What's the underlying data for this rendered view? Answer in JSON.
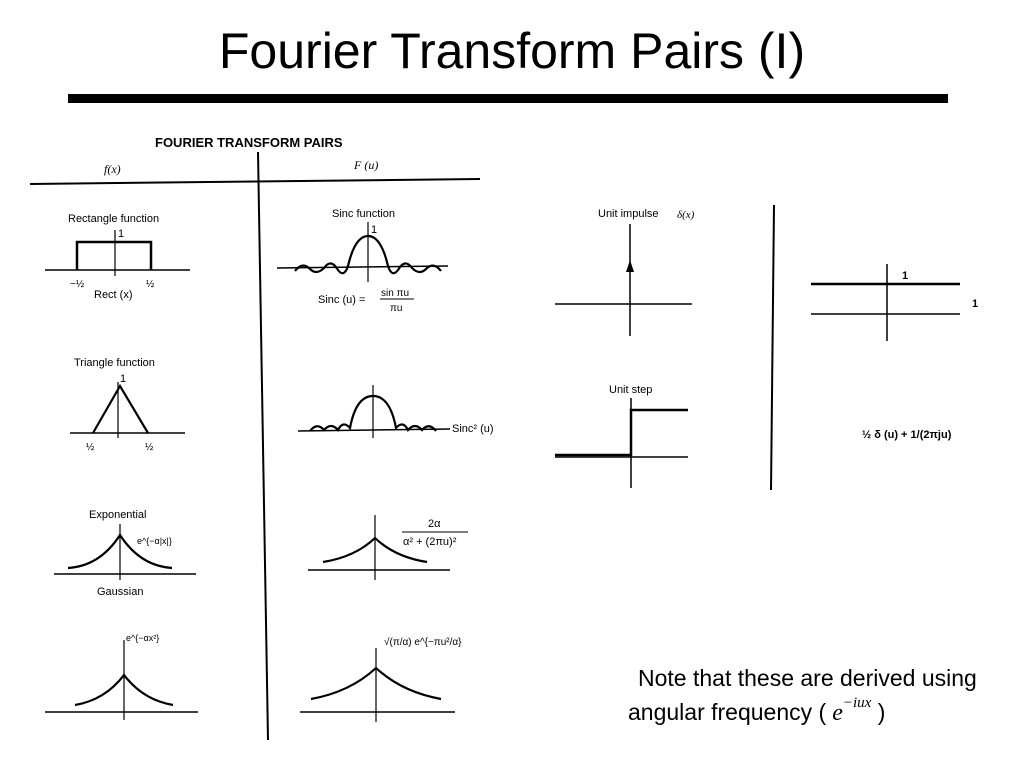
{
  "title": "Fourier Transform Pairs (I)",
  "table": {
    "heading": "FOURIER TRANSFORM PAIRS",
    "col_f": "f(x)",
    "col_F": "F (u)"
  },
  "left_column": {
    "rect": {
      "label": "Rectangle function",
      "one": "1",
      "neg_half": "−½",
      "pos_half": "½",
      "caption": "Rect (x)"
    },
    "sinc": {
      "label": "Sinc function",
      "one": "1",
      "formula_lhs": "Sinc (u) =",
      "formula_num": "sin πu",
      "formula_den": "πu"
    },
    "triangle": {
      "label": "Triangle function",
      "one": "1",
      "left_tick": "½",
      "right_tick": "½"
    },
    "sinc2": {
      "label": "Sinc² (u)"
    },
    "exponential": {
      "label": "Exponential",
      "formula": "e^{−α|x|}"
    },
    "lorentz": {
      "num": "2α",
      "den": "α² + (2πu)²"
    },
    "gaussian": {
      "label": "Gaussian",
      "formula": "e^{−αx²}"
    },
    "gauss_ft": {
      "formula": "√(π/α) e^{−πu²/α}"
    }
  },
  "right_column": {
    "impulse": {
      "label": "Unit impulse",
      "symbol": "δ(x)",
      "ft_one": "1",
      "ft_side": "1"
    },
    "step": {
      "label": "Unit step",
      "ft_formula": "½ δ (u) + 1/(2πju)"
    }
  },
  "note": {
    "line1": "Note that these are derived using",
    "line2_prefix": "angular frequency (",
    "line2_suffix": ")",
    "expo_base": "e",
    "expo_power": "−iux"
  }
}
